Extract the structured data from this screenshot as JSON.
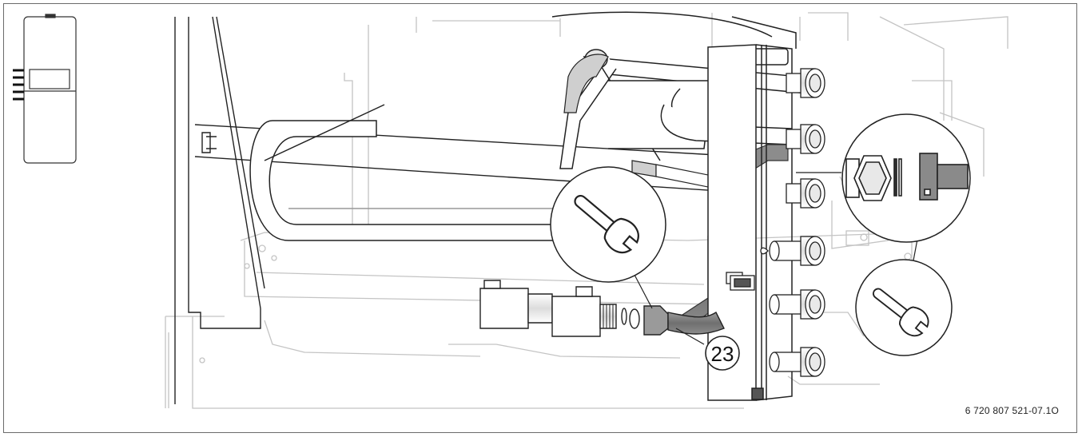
{
  "diagram": {
    "callouts": [
      {
        "id": "part-23",
        "label": "23"
      }
    ],
    "drawing_code": "6 720 807 521-07.1O",
    "icons": [
      "unit-location-thumbnail",
      "wrench-icon",
      "wrench-icon",
      "pipe-fitting-detail"
    ]
  }
}
